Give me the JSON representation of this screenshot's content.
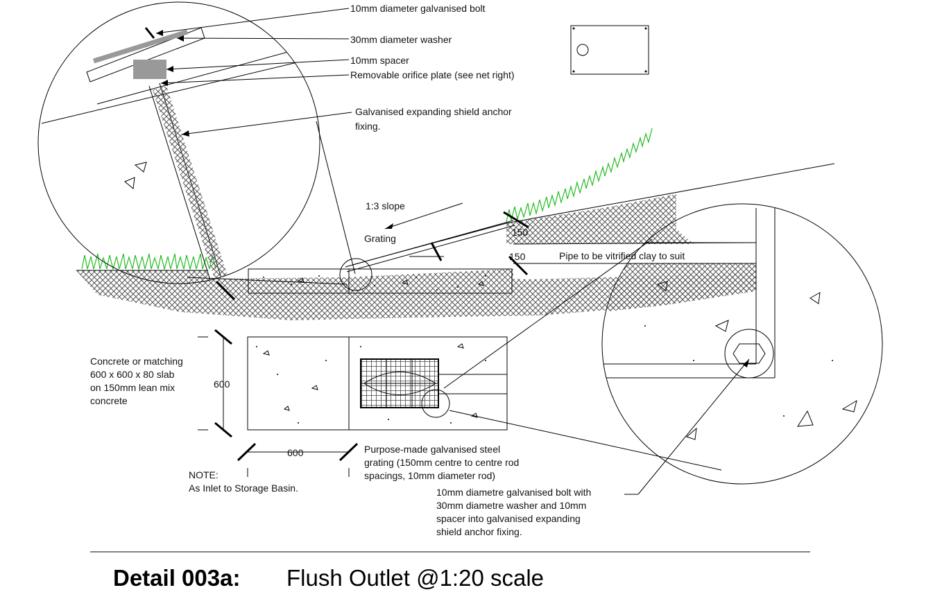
{
  "labels": {
    "bolt": "10mm diameter galvanised bolt",
    "washer": "30mm diameter washer",
    "spacer": "10mm spacer",
    "orifice": "Removable orifice plate (see net right)",
    "anchor_1": "Galvanised expanding shield anchor",
    "anchor_2": "fixing.",
    "slope": "1:3 slope",
    "grating": "Grating",
    "pipe": "Pipe to be vitrified clay to suit",
    "slab_1": "Concrete or matching",
    "slab_2": "600 x 600 x 80 slab",
    "slab_3": "on 150mm lean mix",
    "slab_4": "concrete",
    "steel_1": "Purpose-made galvanised steel",
    "steel_2": "grating (150mm centre to centre rod",
    "steel_3": "spacings, 10mm diameter rod)",
    "note_1": "NOTE:",
    "note_2": "As Inlet to Storage Basin.",
    "bolt2_1": "10mm diametre galvanised bolt with",
    "bolt2_2": "30mm diametre washer and 10mm",
    "bolt2_3": "spacer into galvanised expanding",
    "bolt2_4": "shield anchor fixing."
  },
  "dimensions": {
    "d150_top": "150",
    "d150_bottom": "150",
    "d600_vertical": "600",
    "d600_horizontal": "600"
  },
  "title": {
    "code": "Detail 003a:",
    "text": "Flush Outlet @1:20 scale"
  },
  "colors": {
    "line": "#000000",
    "grass": "#22bb22",
    "hatch": "#555555",
    "washer_fill": "#999999"
  }
}
